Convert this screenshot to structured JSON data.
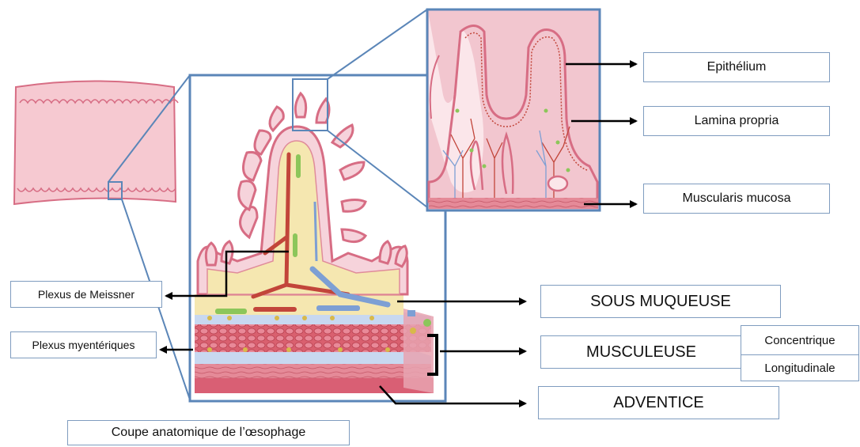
{
  "labels": {
    "epithelium": "Epithélium",
    "lamina_propria": "Lamina propria",
    "muscularis_mucosa": "Muscularis mucosa",
    "meissner": "Plexus de Meissner",
    "myenteric": "Plexus myentériques",
    "sous_muqueuse": "SOUS MUQUEUSE",
    "musculeuse": "MUSCULEUSE",
    "concentrique": "Concentrique",
    "longitudinale": "Longitudinale",
    "adventice": "ADVENTICE",
    "caption": "Coupe anatomique  de l’œsophage"
  },
  "colors": {
    "frame": "#5b86b8",
    "tissue_pink": "#e0798f",
    "tissue_light": "#f4c7d0",
    "lamina": "#f7eab8",
    "vessel_red": "#c2453a",
    "vessel_blue": "#7d9fd4",
    "green": "#8cc65a",
    "arrow": "#000000"
  }
}
